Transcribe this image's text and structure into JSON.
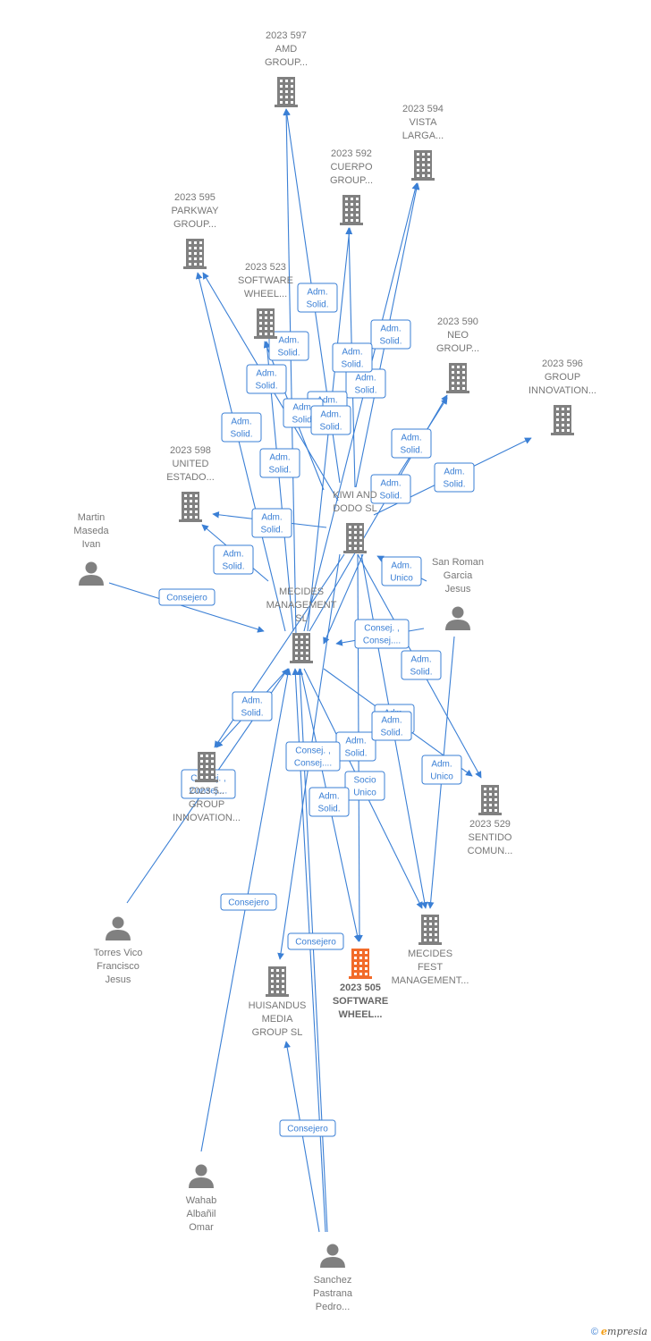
{
  "colors": {
    "edge": "#3a7fd5",
    "node": "#808080",
    "highlight": "#f26b2a"
  },
  "footer": {
    "copyright": "©",
    "brand_e": "e",
    "brand_rest": "mpresia"
  },
  "nodes": [
    {
      "id": "amd",
      "type": "company",
      "lines": [
        "2023 597",
        "AMD",
        "GROUP..."
      ]
    },
    {
      "id": "vista",
      "type": "company",
      "lines": [
        "2023 594",
        "VISTA",
        "LARGA..."
      ]
    },
    {
      "id": "cuerpo",
      "type": "company",
      "lines": [
        "2023 592",
        "CUERPO",
        "GROUP..."
      ]
    },
    {
      "id": "parkway",
      "type": "company",
      "lines": [
        "2023 595",
        "PARKWAY",
        "GROUP..."
      ]
    },
    {
      "id": "sw523",
      "type": "company",
      "lines": [
        "2023 523",
        "SOFTWARE",
        "WHEEL..."
      ]
    },
    {
      "id": "neo",
      "type": "company",
      "lines": [
        "2023 590",
        "NEO",
        "GROUP..."
      ]
    },
    {
      "id": "gi596",
      "type": "company",
      "lines": [
        "2023 596",
        "GROUP",
        "INNOVATION..."
      ]
    },
    {
      "id": "united",
      "type": "company",
      "lines": [
        "2023 598",
        "UNITED",
        "ESTADO..."
      ]
    },
    {
      "id": "kiwi",
      "type": "company",
      "lines": [
        "KIWI AND",
        "DODO  SL"
      ]
    },
    {
      "id": "martin",
      "type": "person",
      "lines": [
        "Martin",
        "Maseda",
        "Ivan"
      ]
    },
    {
      "id": "sanroman",
      "type": "person",
      "lines": [
        "San Roman",
        "Garcia",
        "Jesus"
      ]
    },
    {
      "id": "mecides",
      "type": "company",
      "lines": [
        "MECIDES",
        "MANAGEMENT",
        "SL"
      ]
    },
    {
      "id": "gi2",
      "type": "company",
      "lines": [
        "2023 5..",
        "GROUP",
        "INNOVATION..."
      ]
    },
    {
      "id": "sentido",
      "type": "company",
      "lines": [
        "2023 529",
        "SENTIDO",
        "COMUN..."
      ]
    },
    {
      "id": "torres",
      "type": "person",
      "lines": [
        "Torres Vico",
        "Francisco",
        "Jesus"
      ]
    },
    {
      "id": "mfest",
      "type": "company",
      "lines": [
        "MECIDES",
        "FEST",
        "MANAGEMENT..."
      ]
    },
    {
      "id": "sw505",
      "type": "main",
      "lines": [
        "2023 505",
        "SOFTWARE",
        "WHEEL..."
      ]
    },
    {
      "id": "huisandus",
      "type": "company",
      "lines": [
        "HUISANDUS",
        "MEDIA",
        "GROUP  SL"
      ]
    },
    {
      "id": "wahab",
      "type": "person",
      "lines": [
        "Wahab",
        "Albañil",
        "Omar"
      ]
    },
    {
      "id": "sanchez",
      "type": "person",
      "lines": [
        "Sanchez",
        "Pastrana",
        "Pedro..."
      ]
    }
  ],
  "edges": [
    {
      "from": "kiwi",
      "to": "amd",
      "label": [
        "Adm.",
        "Solid."
      ]
    },
    {
      "from": "mecides",
      "to": "amd",
      "label": [
        "Adm.",
        "Solid."
      ]
    },
    {
      "from": "kiwi",
      "to": "vista",
      "label": [
        "Adm.",
        "Solid."
      ]
    },
    {
      "from": "mecides",
      "to": "vista",
      "label": [
        "Adm.",
        "Solid."
      ]
    },
    {
      "from": "kiwi",
      "to": "cuerpo",
      "label": [
        "Adm.",
        "Solid."
      ]
    },
    {
      "from": "mecides",
      "to": "cuerpo",
      "label": [
        "Adm.",
        "Solid."
      ]
    },
    {
      "from": "kiwi",
      "to": "parkway",
      "label": [
        "Adm.",
        "Solid."
      ]
    },
    {
      "from": "mecides",
      "to": "parkway",
      "label": [
        "Adm.",
        "Solid."
      ]
    },
    {
      "from": "kiwi",
      "to": "sw523",
      "label": [
        "Adm.",
        "Solid."
      ]
    },
    {
      "from": "mecides",
      "to": "sw523",
      "label": [
        "Adm.",
        "Solid."
      ]
    },
    {
      "from": "kiwi",
      "to": "neo",
      "label": [
        "Adm.",
        "Solid."
      ]
    },
    {
      "from": "mecides",
      "to": "neo",
      "label": [
        "Adm.",
        "Solid."
      ]
    },
    {
      "from": "kiwi",
      "to": "gi596",
      "label": [
        "Adm.",
        "Solid."
      ]
    },
    {
      "from": "kiwi",
      "to": "united",
      "label": [
        "Adm.",
        "Solid."
      ]
    },
    {
      "from": "mecides",
      "to": "united",
      "label": [
        "Adm.",
        "Solid."
      ]
    },
    {
      "from": "martin",
      "to": "mecides",
      "label": [
        "Consejero"
      ]
    },
    {
      "from": "sanroman",
      "to": "kiwi",
      "label": [
        "Adm.",
        "Unico"
      ]
    },
    {
      "from": "sanroman",
      "to": "mecides",
      "label": [
        "Consej. ,",
        "Consej...."
      ]
    },
    {
      "from": "sanroman",
      "to": "mfest",
      "label": [
        "Adm.",
        "Unico"
      ]
    },
    {
      "from": "kiwi",
      "to": "mecides",
      "label": [
        "Adm.",
        "Solid."
      ]
    },
    {
      "from": "kiwi",
      "to": "sentido",
      "label": [
        "Adm.",
        "Solid."
      ]
    },
    {
      "from": "mecides",
      "to": "sentido",
      "label": [
        "Adm.",
        "Solid."
      ]
    },
    {
      "from": "kiwi",
      "to": "gi2",
      "label": [
        "Adm.",
        "Solid."
      ]
    },
    {
      "from": "mecides",
      "to": "gi2",
      "label": [
        "Adm.",
        "Solid."
      ]
    },
    {
      "from": "torres",
      "to": "mecides",
      "label": [
        "Consej. ,",
        "Consej...."
      ]
    },
    {
      "from": "mecides",
      "to": "sw505",
      "label": [
        "Adm.",
        "Solid."
      ]
    },
    {
      "from": "kiwi",
      "to": "sw505",
      "label": [
        "Socio",
        "Unico"
      ]
    },
    {
      "from": "kiwi",
      "to": "mfest",
      "label": [
        "Adm.",
        "Solid."
      ]
    },
    {
      "from": "mecides",
      "to": "mfest",
      "label": [
        "Adm.",
        "Solid."
      ]
    },
    {
      "from": "kiwi",
      "to": "huisandus",
      "label": [
        "Consej. ,",
        "Consej...."
      ]
    },
    {
      "from": "sanchez",
      "to": "mecides",
      "label": [
        "Adm.",
        "Solid."
      ]
    },
    {
      "from": "wahab",
      "to": "mecides",
      "label": [
        "Consejero"
      ]
    },
    {
      "from": "sanchez",
      "to": "sw505",
      "label": [
        "Consejero"
      ]
    },
    {
      "from": "sanchez",
      "to": "huisandus",
      "label": [
        "Consejero"
      ]
    }
  ]
}
